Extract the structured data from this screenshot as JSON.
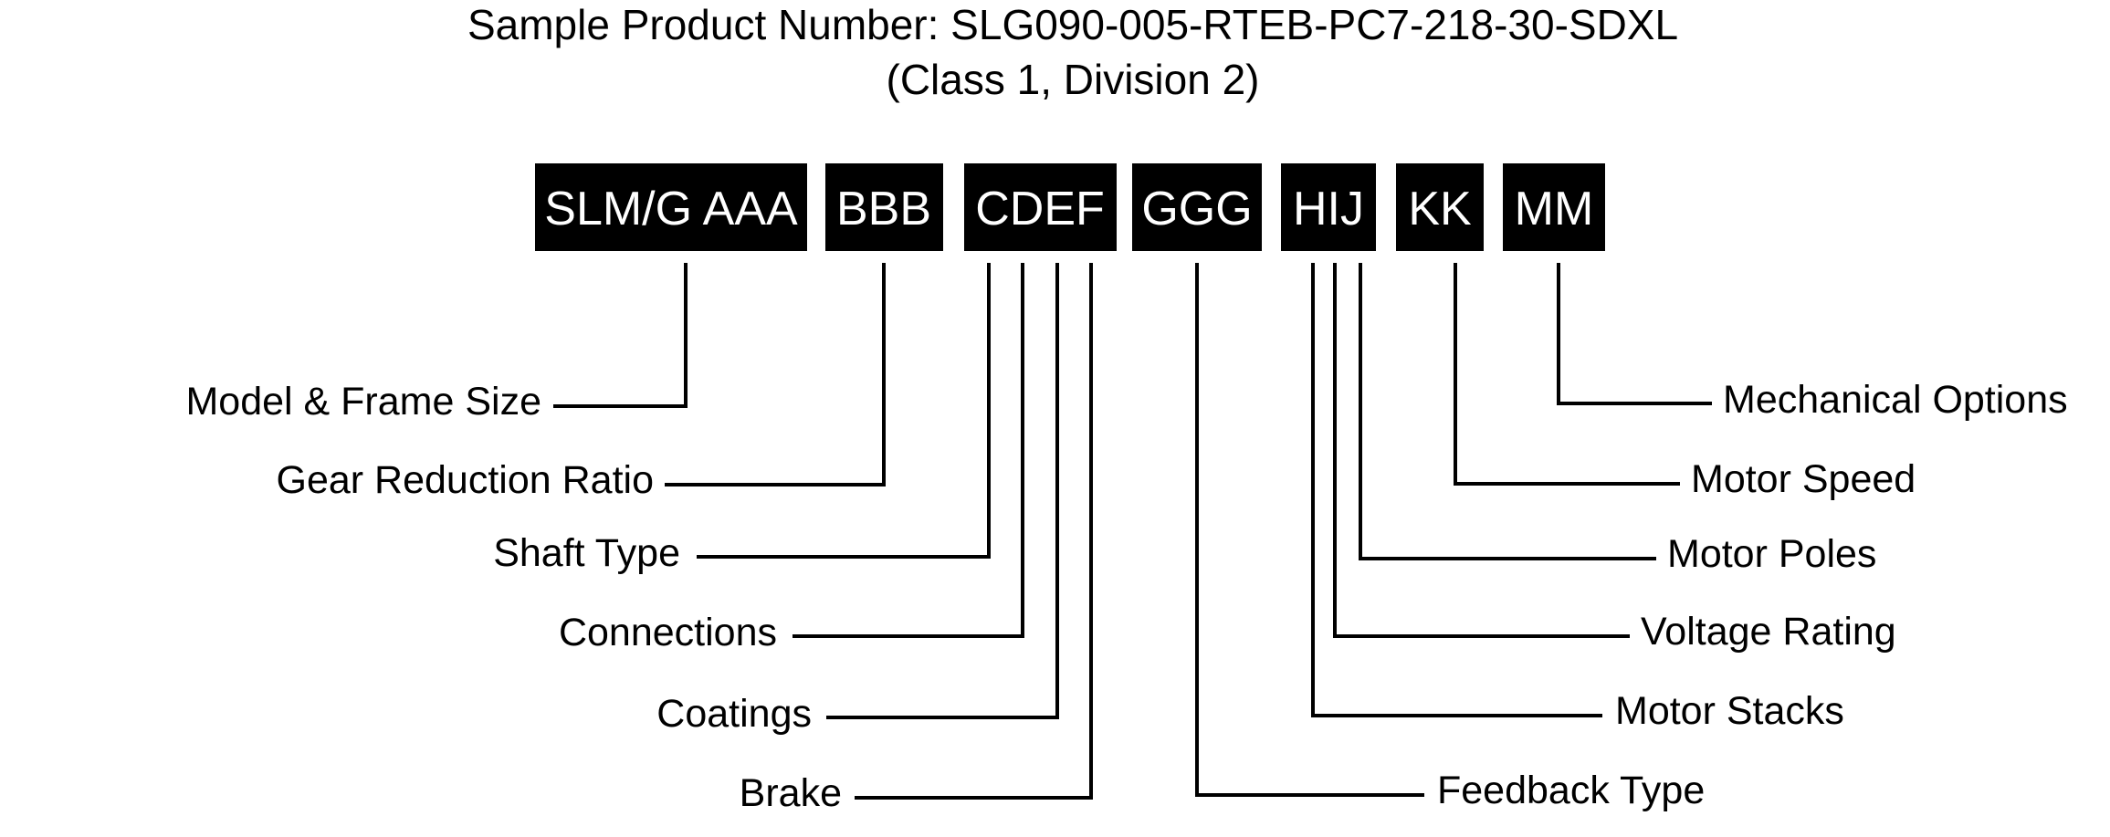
{
  "title": {
    "line1": "Sample Product Number: SLG090-005-RTEB-PC7-218-30-SDXL",
    "line2": "(Class 1, Division 2)"
  },
  "code_segments": [
    "SLM/G AAA",
    "BBB",
    "CDEF",
    "GGG",
    "HIJ",
    "KK",
    "MM"
  ],
  "fields": [
    "Model & Frame Size",
    "Gear Reduction Ratio",
    "Shaft Type",
    "Connections",
    "Coatings",
    "Brake",
    "Feedback Type",
    "Motor Stacks",
    "Voltage Rating",
    "Motor Poles",
    "Motor Speed",
    "Mechanical Options"
  ]
}
